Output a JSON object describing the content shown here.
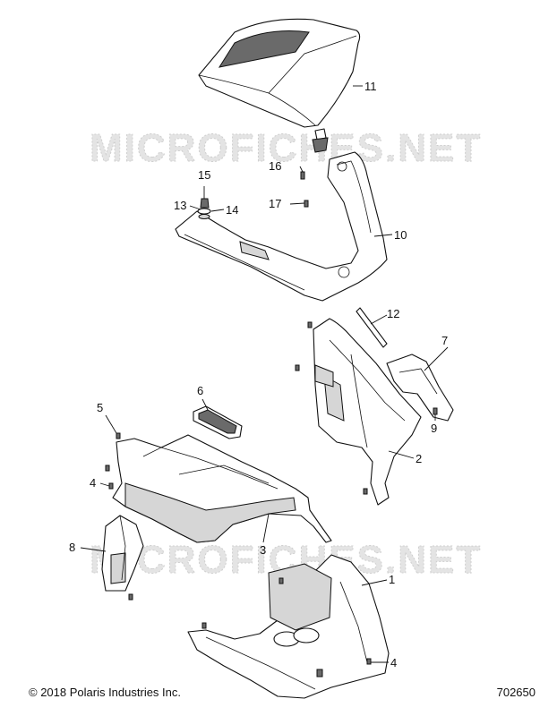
{
  "watermark": "MICROFICHES.NET",
  "callouts": [
    "11",
    "16",
    "15",
    "13",
    "14",
    "17",
    "10",
    "12",
    "7",
    "6",
    "5",
    "9",
    "2",
    "4",
    "3",
    "8",
    "1",
    "4"
  ],
  "footer": {
    "copyright": "© 2018 Polaris Industries Inc.",
    "drawing_number": "702650"
  }
}
